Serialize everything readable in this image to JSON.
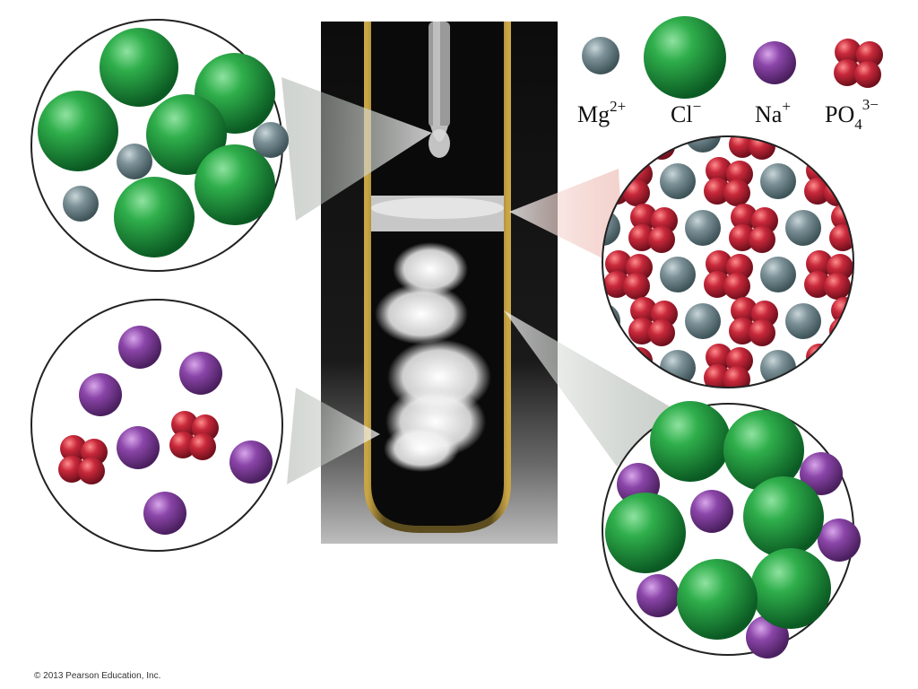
{
  "legend": {
    "items": [
      {
        "id": "mg",
        "base": "Mg",
        "charge": "2+",
        "subscript": ""
      },
      {
        "id": "cl",
        "base": "Cl",
        "charge": "−",
        "subscript": ""
      },
      {
        "id": "na",
        "base": "Na",
        "charge": "+",
        "subscript": ""
      },
      {
        "id": "po4",
        "base": "PO",
        "charge": "3−",
        "subscript": "4"
      }
    ]
  },
  "colors": {
    "mg": "#6f868c",
    "cl": "#1f8a3b",
    "na": "#7b3a96",
    "po4": "#c0283a"
  },
  "copyright": "© 2013 Pearson Education, Inc."
}
